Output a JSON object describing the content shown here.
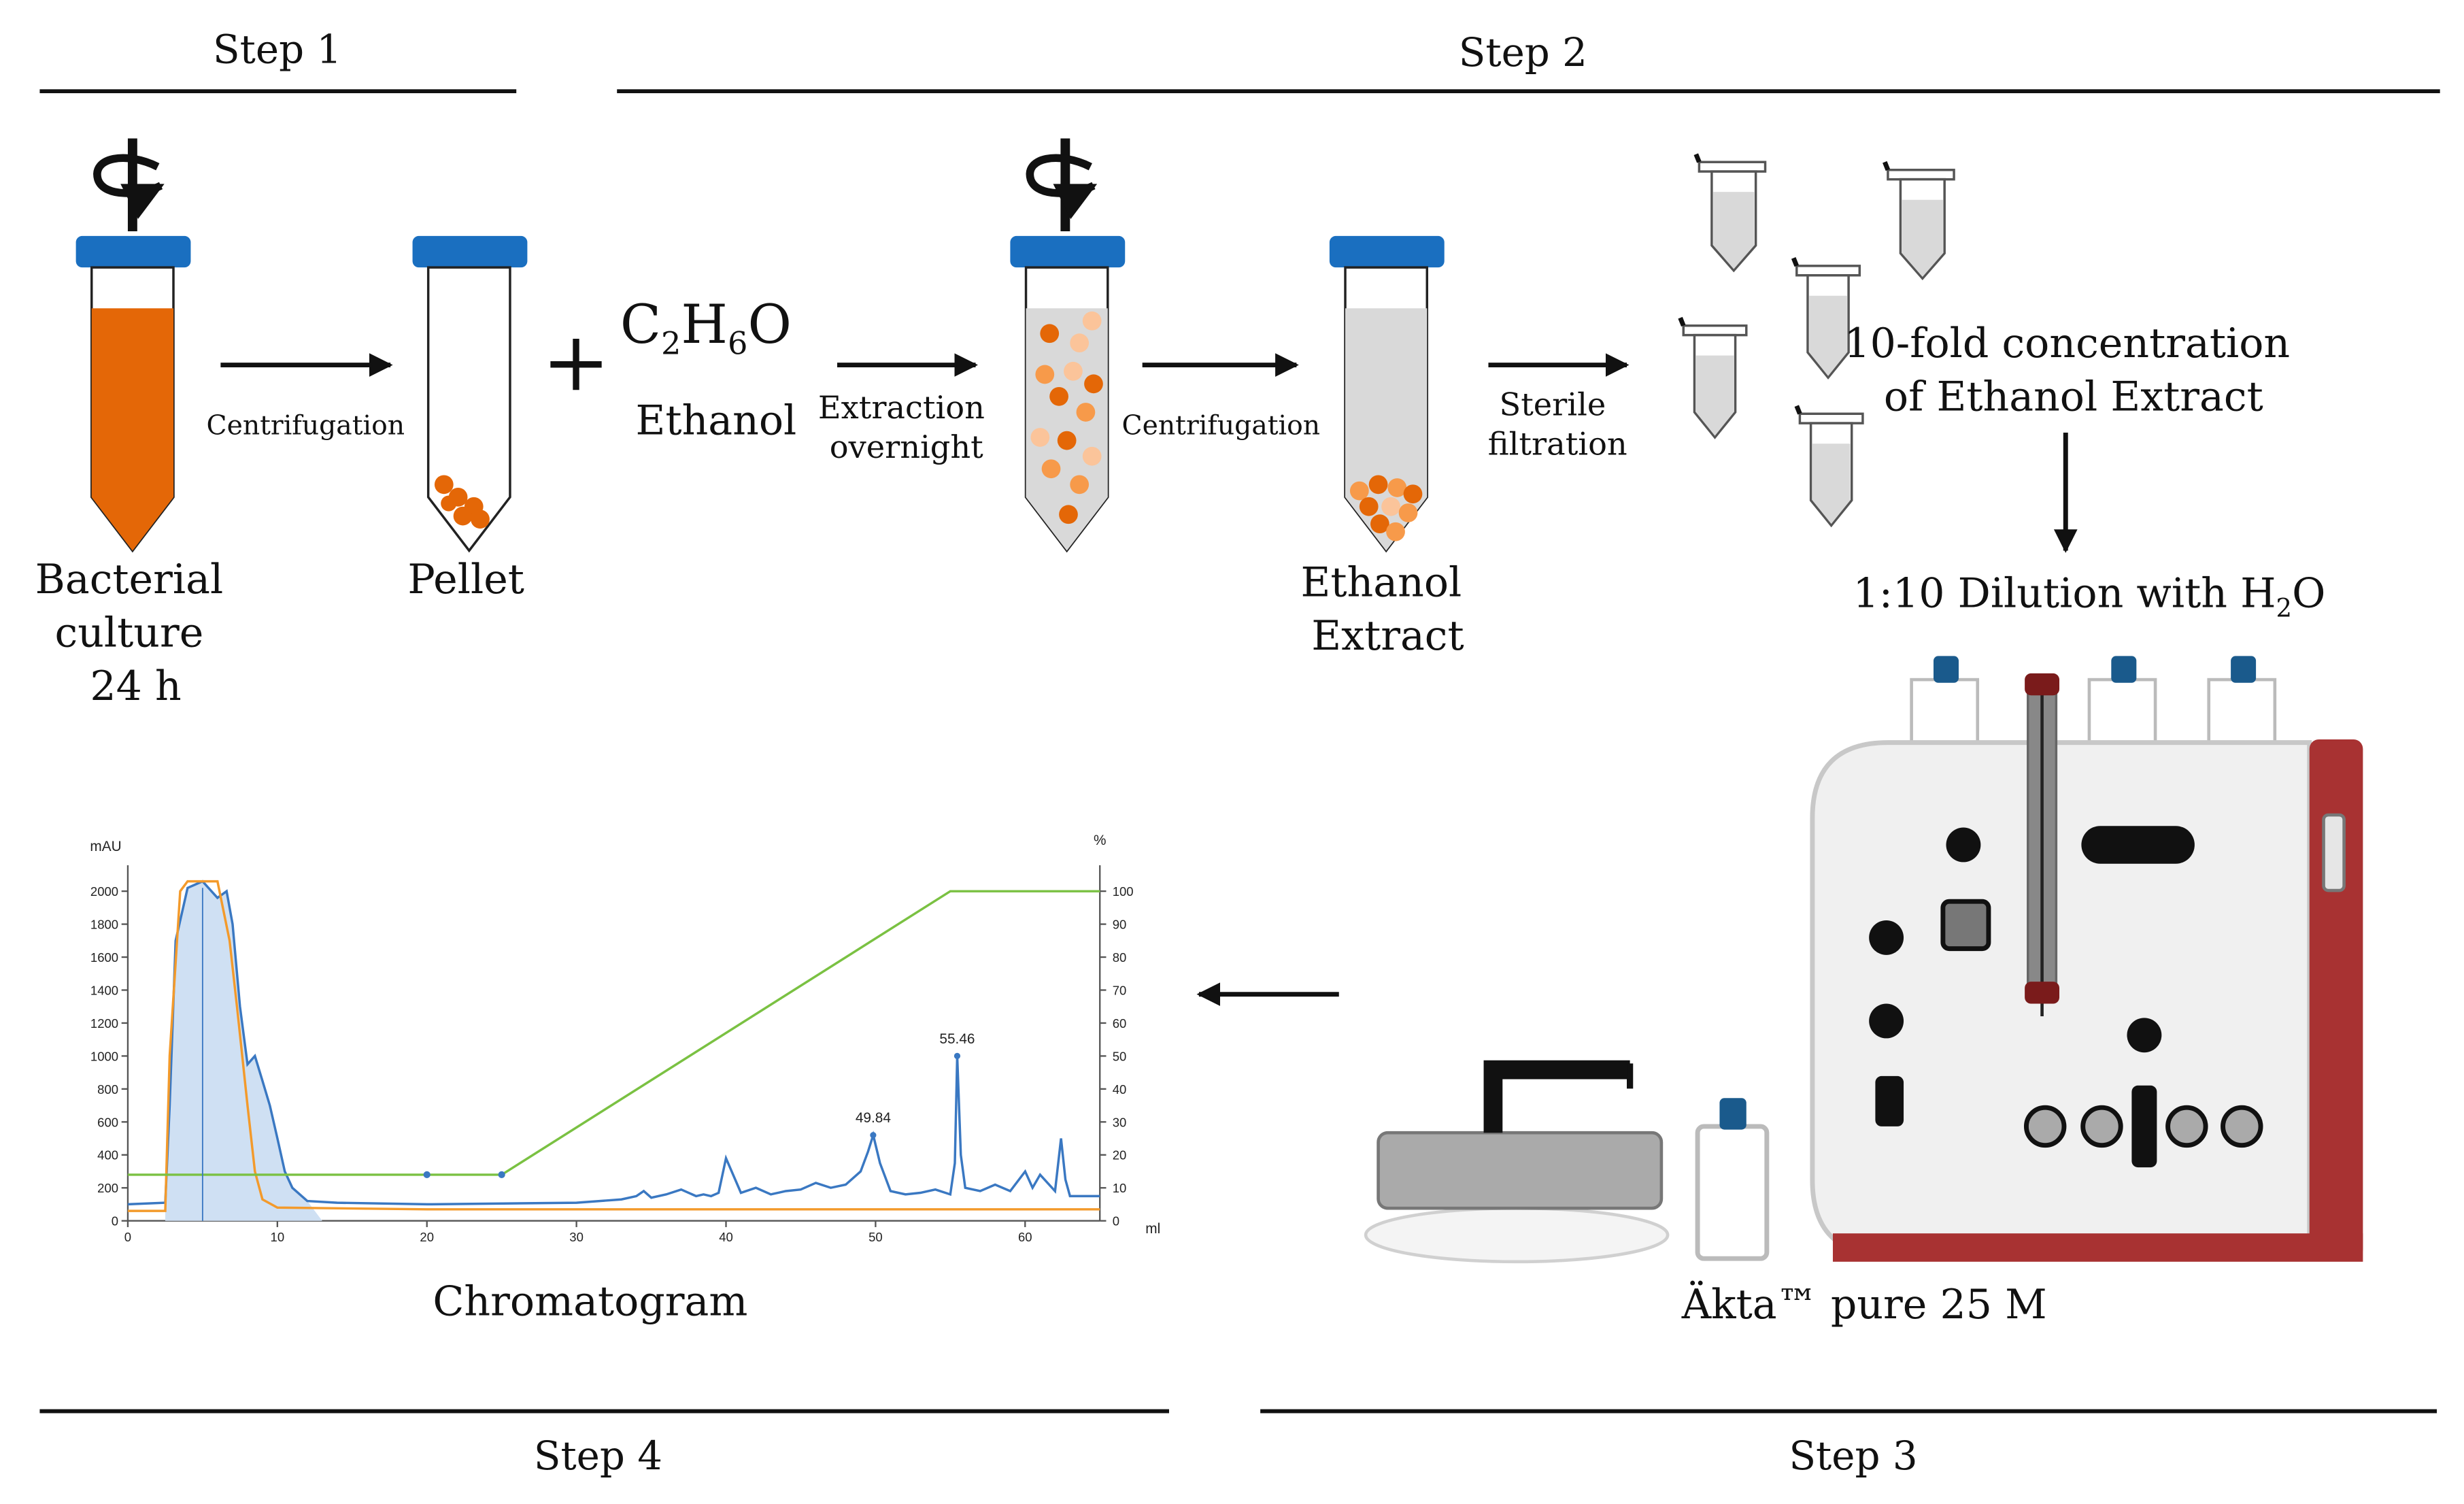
{
  "steps": {
    "step1": "Step 1",
    "step2": "Step 2",
    "step3": "Step 3",
    "step4": "Step 4"
  },
  "labels": {
    "bacterial_culture": [
      "Bacterial",
      "culture",
      "24 h"
    ],
    "pellet": "Pellet",
    "plus": "+",
    "formula": {
      "c": "C",
      "c_sub": "2",
      "h": "H",
      "h_sub": "6",
      "o": "O"
    },
    "ethanol": "Ethanol",
    "centrifugation_1": "Centrifugation",
    "extraction": [
      "Extraction",
      "overnight"
    ],
    "centrifugation_2": "Centrifugation",
    "ethanol_extract": [
      "Ethanol",
      "Extract"
    ],
    "sterile": [
      "Sterile",
      "filtration"
    ],
    "concentration": [
      "10-fold concentration",
      "of Ethanol Extract"
    ],
    "dilution": {
      "text": "1:10 Dilution with H",
      "sub": "2",
      "tail": "O"
    },
    "akta": "Äkta™ pure 25 M",
    "chromatogram": "Chromatogram"
  },
  "colors": {
    "cap": "#1a6fc0",
    "orange": "#e46707",
    "orange_light": "#f79a4a",
    "orange_pale": "#fbc49a",
    "gray_fill": "#d9d9d9",
    "instrument_red": "#a83232",
    "chart_blue": "#3a78c2",
    "chart_orange": "#f39a2b",
    "chart_green": "#7ac142"
  },
  "chart_data": {
    "type": "line",
    "y_left_label": "mAU",
    "y_right_label": "%",
    "x_unit": "ml",
    "xlim": [
      0,
      65
    ],
    "ylim_left": [
      0,
      2100
    ],
    "ylim_right": [
      0,
      105
    ],
    "x_ticks": [
      "0",
      "10",
      "20",
      "30",
      "40",
      "50",
      "60"
    ],
    "y_left_ticks": [
      "0",
      "200",
      "400",
      "600",
      "800",
      "1000",
      "1200",
      "1400",
      "1600",
      "1800",
      "2000"
    ],
    "y_right_ticks": [
      "0",
      "10",
      "20",
      "30",
      "40",
      "50",
      "60",
      "70",
      "80",
      "90",
      "100"
    ],
    "peak_labels": [
      {
        "x": 49.84,
        "y": 520,
        "text": "49.84"
      },
      {
        "x": 55.46,
        "y": 1000,
        "text": "55.46"
      }
    ],
    "series": [
      {
        "color": "blue",
        "x": [
          0,
          2.5,
          2.8,
          3.2,
          4,
          5,
          6,
          6.6,
          7,
          7.5,
          8,
          8.5,
          9,
          9.5,
          10,
          10.5,
          11,
          12,
          14,
          20,
          30,
          33,
          34,
          34.5,
          35,
          36,
          37,
          38,
          38.5,
          39,
          39.5,
          40,
          41,
          42,
          43,
          44,
          45,
          46,
          47,
          48,
          49,
          49.5,
          49.84,
          50.3,
          51,
          52,
          53,
          54,
          55,
          55.3,
          55.46,
          55.7,
          56,
          57,
          58,
          59,
          60,
          60.5,
          61,
          62,
          62.4,
          62.7,
          63,
          65
        ],
        "y": [
          100,
          110,
          700,
          1700,
          2020,
          2060,
          1960,
          2000,
          1800,
          1300,
          950,
          1000,
          850,
          700,
          500,
          300,
          200,
          120,
          110,
          100,
          110,
          130,
          150,
          180,
          140,
          160,
          190,
          150,
          160,
          150,
          170,
          380,
          170,
          200,
          160,
          180,
          190,
          230,
          200,
          220,
          300,
          420,
          520,
          350,
          180,
          160,
          170,
          190,
          160,
          350,
          1000,
          400,
          200,
          180,
          220,
          180,
          300,
          200,
          280,
          180,
          500,
          250,
          150,
          150
        ]
      },
      {
        "color": "orange",
        "x": [
          0,
          2.5,
          2.8,
          3.5,
          4,
          6,
          6.8,
          7.3,
          8,
          8.5,
          9,
          10,
          20,
          65
        ],
        "y": [
          60,
          60,
          1000,
          2000,
          2060,
          2060,
          1700,
          1300,
          700,
          300,
          130,
          80,
          70,
          70
        ],
        "axis": "left"
      },
      {
        "color": "green",
        "x": [
          0,
          25,
          55,
          65
        ],
        "y": [
          14,
          14,
          100,
          100
        ],
        "axis": "right"
      }
    ]
  }
}
